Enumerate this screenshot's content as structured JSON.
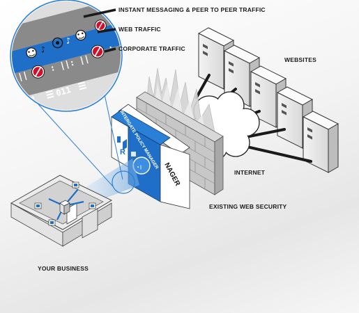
{
  "labels": {
    "im_p2p": "INSTANT MESSAGING & PEER TO PEER TRAFFIC",
    "web_traffic": "WEB TRAFFIC",
    "corporate_traffic": "CORPORATE TRAFFIC",
    "websites": "WEBSITES",
    "internet": "INTERNET",
    "existing_security": "EXISTING WEB SECURITY",
    "your_business": "YOUR BUSINESS"
  },
  "appliance": {
    "front_title": "INTERGATE POLICY MANAGER",
    "side_text": "NAGER"
  },
  "magnifier": {
    "binary_text": "01011",
    "binary_text2": "011"
  },
  "colors": {
    "accent_blue": "#1f6fc8",
    "stop_red": "#d0102a",
    "wall_grey": "#c9c9c9"
  }
}
